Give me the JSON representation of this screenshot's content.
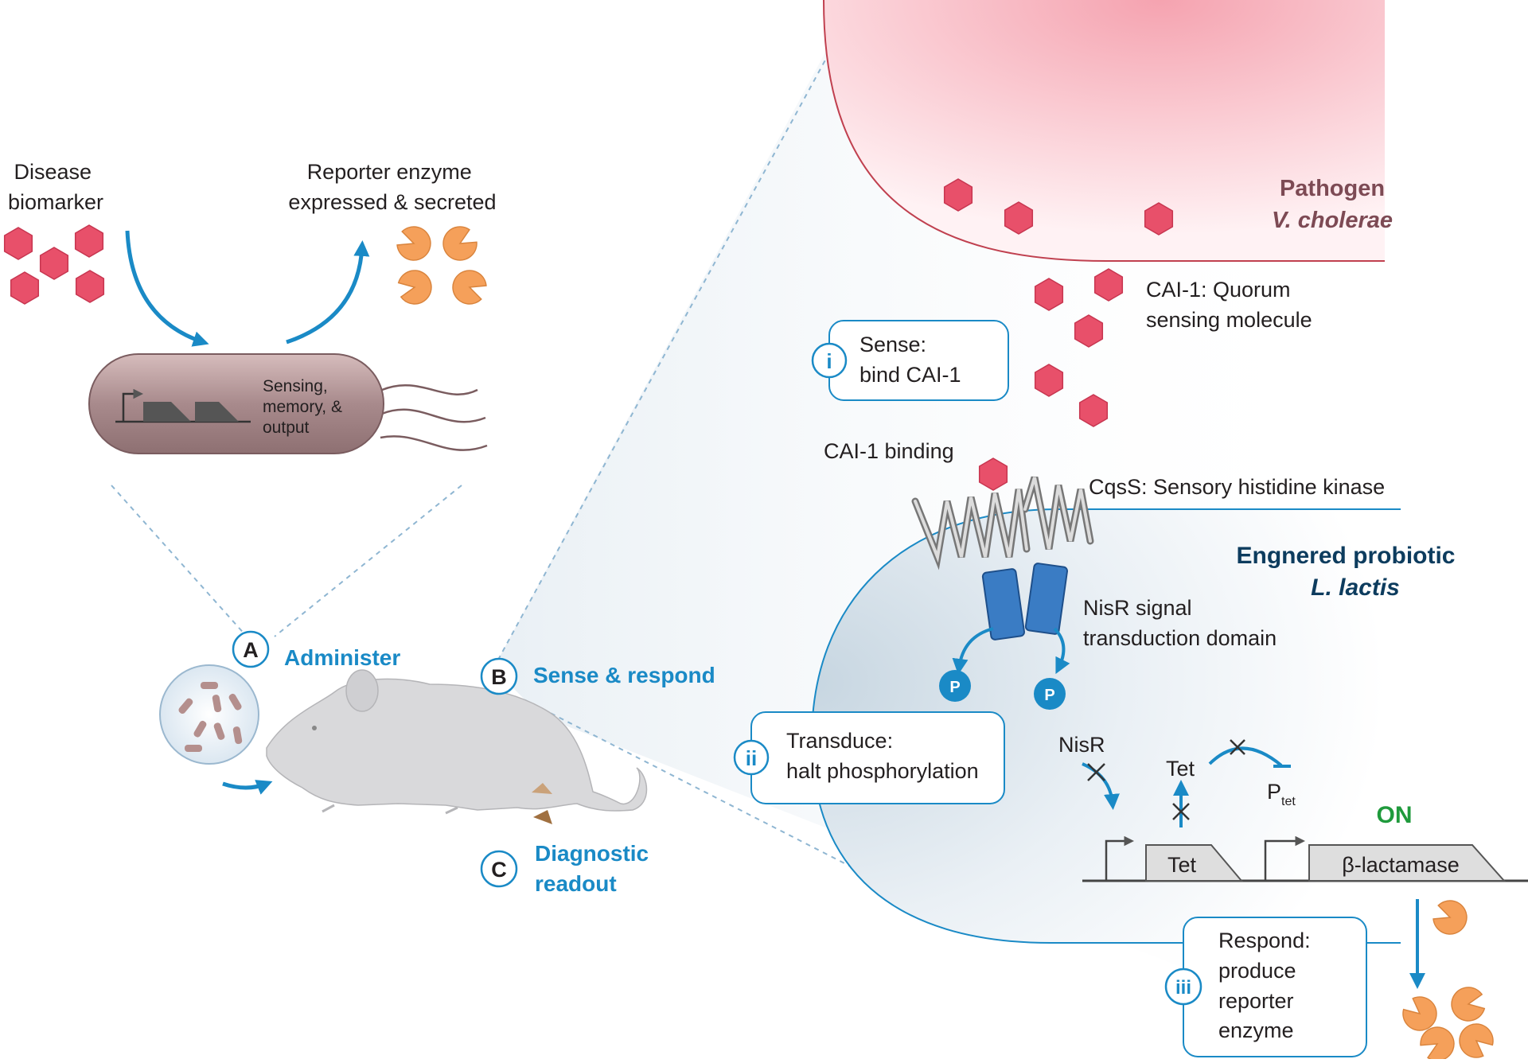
{
  "left_panel": {
    "disease_biomarker": [
      "Disease",
      "biomarker"
    ],
    "reporter_enzyme": [
      "Reporter enzyme",
      "expressed & secreted"
    ],
    "bacterium_label": [
      "Sensing,",
      "memory, &",
      "output"
    ]
  },
  "steps": {
    "a": {
      "badge": "A",
      "label": "Administer"
    },
    "b": {
      "badge": "B",
      "label": "Sense & respond"
    },
    "c": {
      "badge": "C",
      "label": [
        "Diagnostic",
        "readout"
      ]
    }
  },
  "pathogen": {
    "title": "Pathogen",
    "species": "V. cholerae"
  },
  "cai1": {
    "label": [
      "CAI-1: Quorum",
      "sensing molecule"
    ]
  },
  "probiotic": {
    "title": "Engnered probiotic",
    "species": "L. lactis"
  },
  "boxes": {
    "i": {
      "badge": "i",
      "lines": [
        "Sense:",
        "bind CAI-1"
      ]
    },
    "ii": {
      "badge": "ii",
      "lines": [
        "Transduce:",
        "halt phosphorylation"
      ]
    },
    "iii": {
      "badge": "iii",
      "lines": [
        "Respond:",
        "produce",
        "reporter",
        "enzyme"
      ]
    }
  },
  "cai1_binding": "CAI-1 binding",
  "cqss": "CqsS: Sensory histidine kinase",
  "nisr_domain": [
    "NisR signal",
    "transduction domain"
  ],
  "phospho": "P",
  "circuit": {
    "nisr": "NisR",
    "tet_protein": "Tet",
    "ptet": "P",
    "ptet_sub": "tet",
    "on": "ON",
    "gene_tet": "Tet",
    "gene_reporter": "β-lactamase"
  },
  "colors": {
    "accent_blue": "#1a8ac6",
    "hexagon_red": "#e8506a",
    "enzyme_orange": "#f5a05a",
    "on_green": "#1f9a3c",
    "pathogen_maroon": "#7d4a54",
    "probiotic_navy": "#0d3c5e"
  }
}
